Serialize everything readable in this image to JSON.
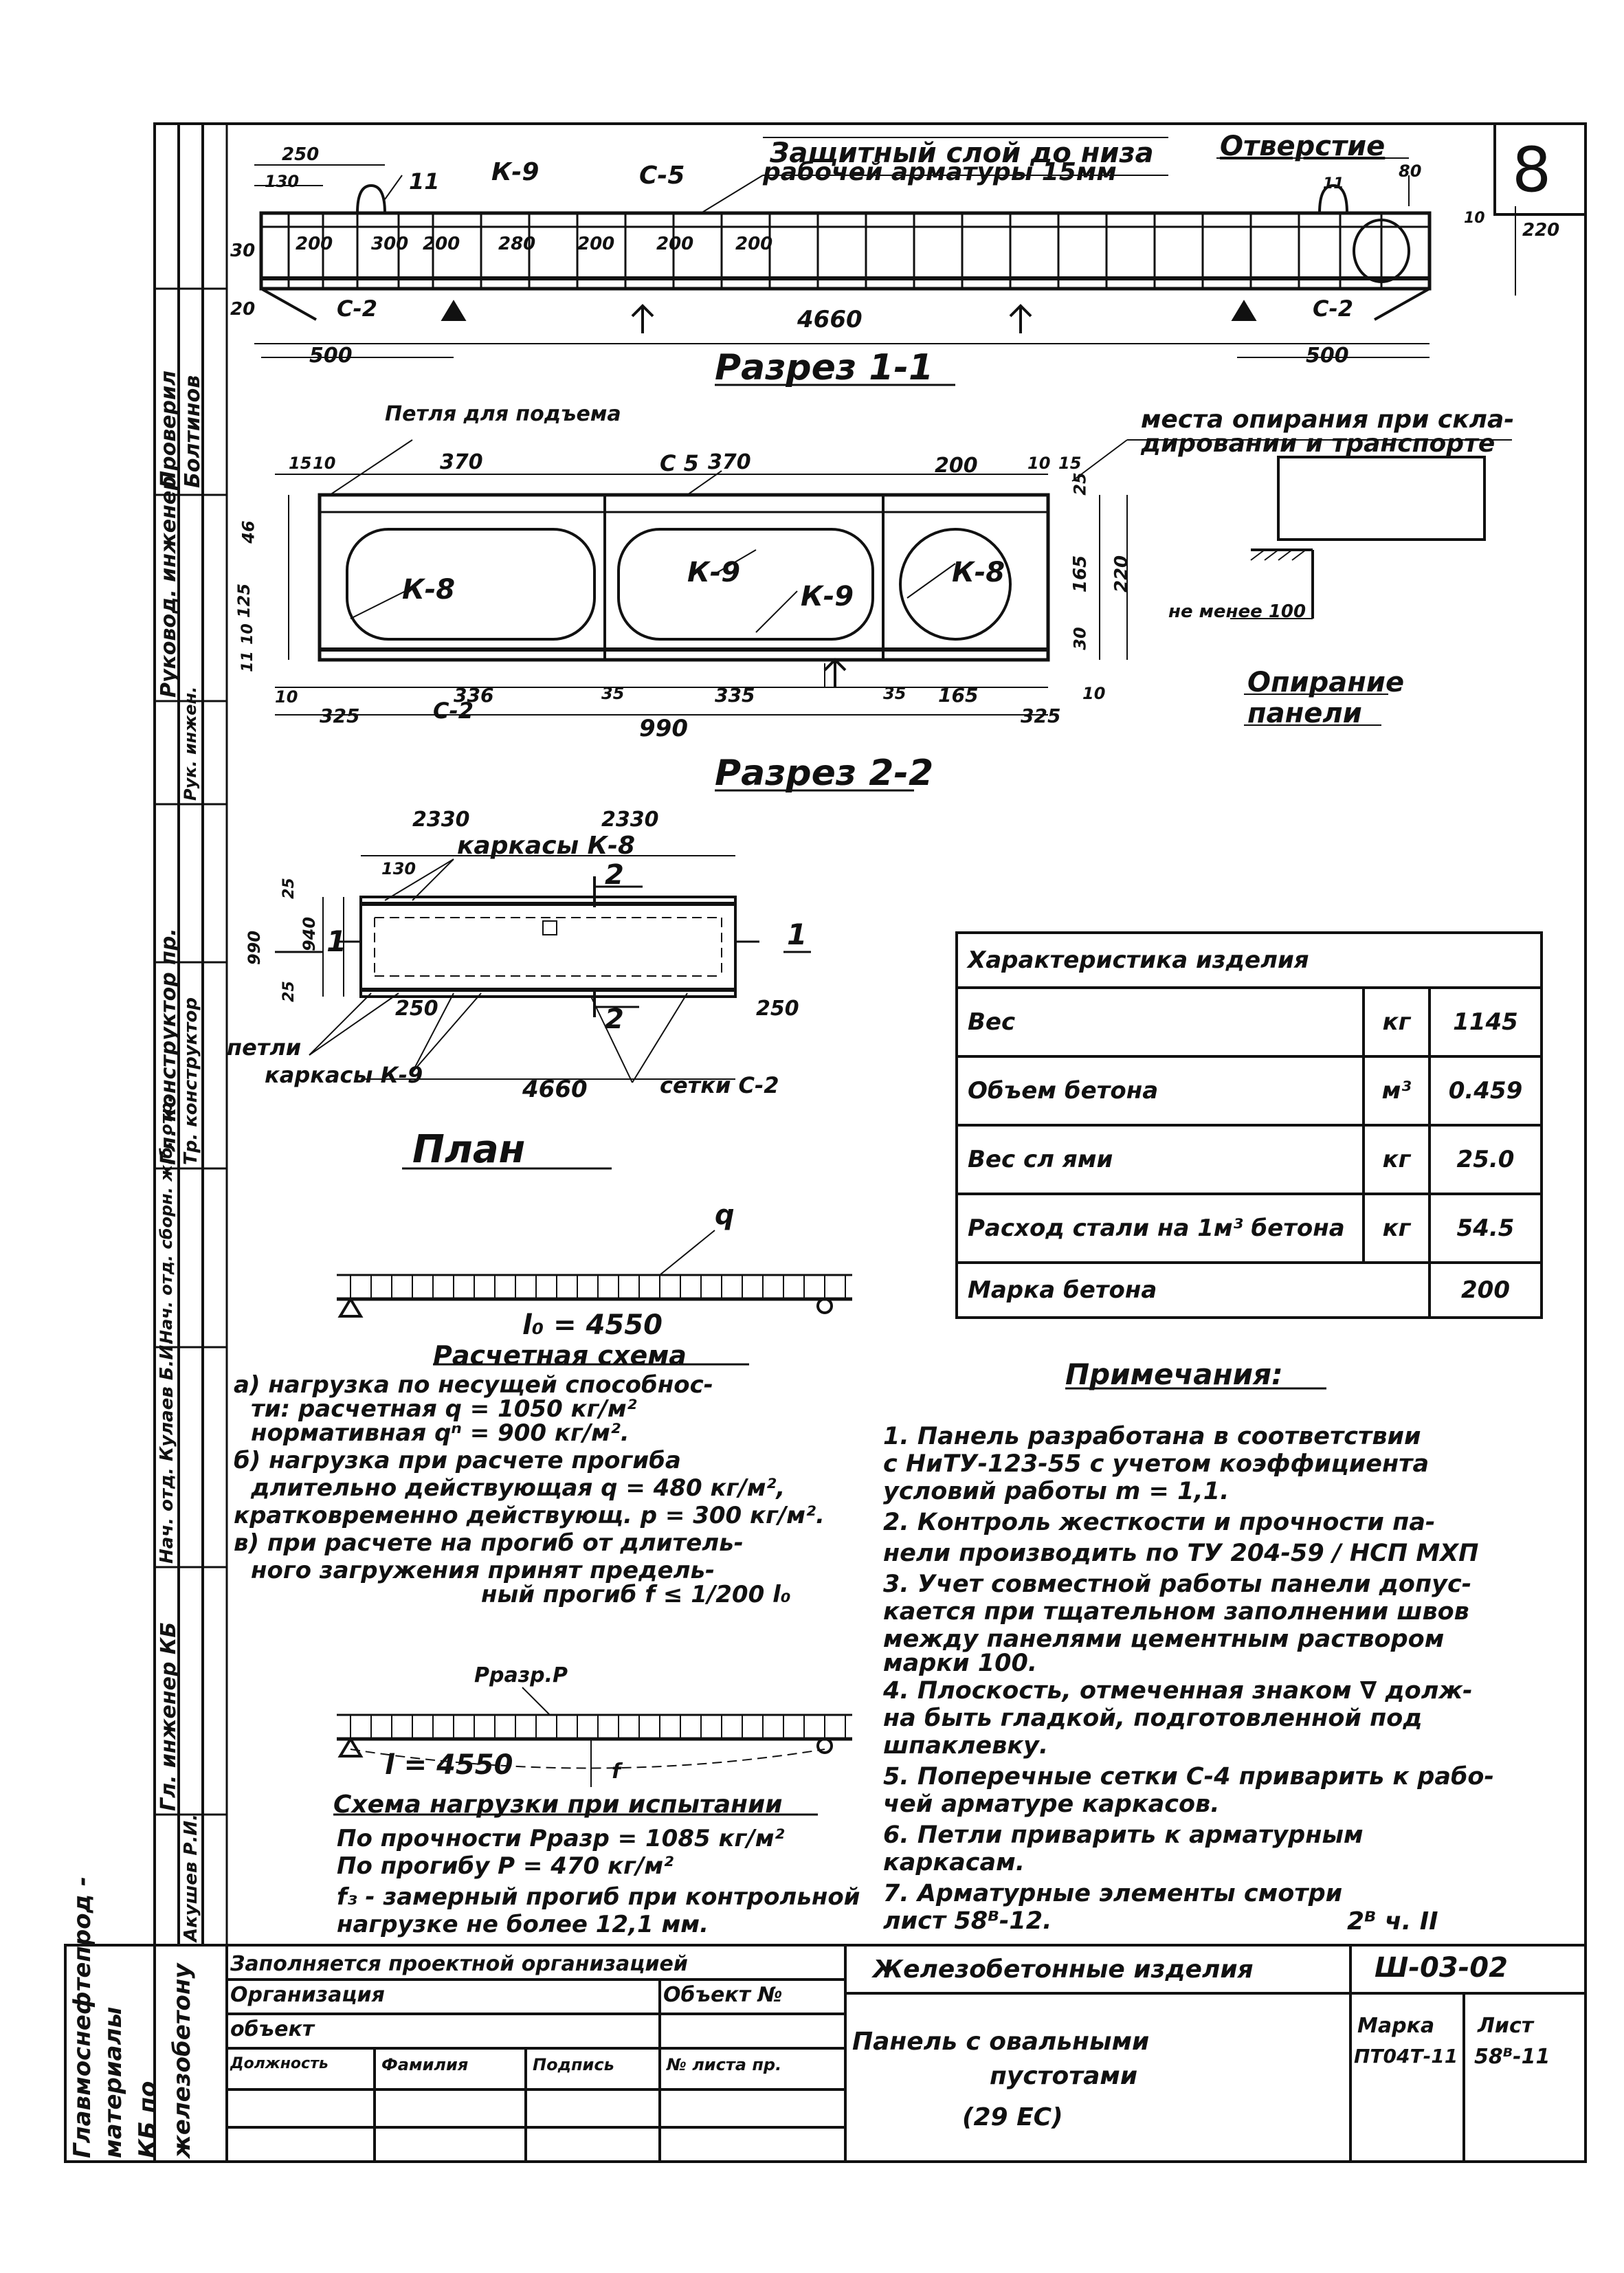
{
  "sheet_number": "8",
  "section_1": {
    "title": "Разрез 1-1",
    "protective_layer": "Защитный слой до низа",
    "protective_layer_2": "рабочей арматуры 15мм",
    "hole_label": "Отверстие",
    "callout": "11",
    "dims_top": [
      "250",
      "130",
      "200",
      "300",
      "200",
      "280",
      "200",
      "200",
      "200"
    ],
    "left_marks": [
      "30",
      "20"
    ],
    "right_marks": [
      "80",
      "11",
      "220",
      "10"
    ],
    "labels": [
      "К-9",
      "С-5",
      "С-2",
      "С-2"
    ],
    "length": "4660",
    "bottom_dims": [
      "500",
      "500"
    ],
    "loop_label": "Петля для подъема",
    "support_note_1": "места опирания при скла-",
    "support_note_2": "дировании и транспорте"
  },
  "section_2": {
    "title": "Разрез 2-2",
    "dims_top": [
      "15",
      "10",
      "370",
      "370",
      "200",
      "10",
      "15"
    ],
    "left_dims": [
      "46",
      "125",
      "10",
      "11"
    ],
    "right_dims": [
      "25",
      "165",
      "220",
      "30"
    ],
    "labels": [
      "К-8",
      "К-9",
      "К-9",
      "К-8",
      "С 5",
      "С-2"
    ],
    "bottom_dims": [
      "10",
      "325",
      "336",
      "35",
      "335",
      "35",
      "165",
      "10",
      "325"
    ],
    "width": "990"
  },
  "support": {
    "title_1": "Опирание",
    "title_2": "панели",
    "dim": "не менее 100"
  },
  "plan": {
    "title": "План",
    "dims": [
      "2330",
      "2330",
      "130",
      "250",
      "250",
      "4660"
    ],
    "left_dims": [
      "25",
      "25",
      "940",
      "990"
    ],
    "labels": [
      "каркасы К-8",
      "петли",
      "каркасы К-9",
      "сетки С-2"
    ],
    "section_marks": [
      "1",
      "1",
      "2",
      "2"
    ]
  },
  "calc_scheme": {
    "load_symbol": "q",
    "span": "l₀ = 4550",
    "title": "Расчетная схема"
  },
  "load_notes": [
    "а) нагрузка по несущей способнос-",
    "ти: расчетная q = 1050 кг/м²",
    "нормативная qⁿ = 900 кг/м².",
    "б) нагрузка при расчете прогиба",
    "длительно действующая q = 480 кг/м²,",
    "кратковременно действующ. p = 300 кг/м².",
    "в) при расчете на прогиб от длитель-",
    "ного загружения принят предель-",
    "ный прогиб f ≤ 1/200 l₀"
  ],
  "test_scheme": {
    "load_label": "Pразр.P",
    "span": "l = 4550",
    "f_label": "f",
    "title": "Схема нагрузки при испытании",
    "lines": [
      "По прочности  Pразр = 1085 кг/м²",
      "По прогибу    P = 470 кг/м²",
      "f₃ - замерный прогиб при контрольной",
      "нагрузке не более 12,1 мм."
    ]
  },
  "properties": {
    "title": "Характеристика изделия",
    "rows": [
      {
        "name": "Вес",
        "unit": "кг",
        "value": "1145"
      },
      {
        "name": "Объем бетона",
        "unit": "м³",
        "value": "0.459"
      },
      {
        "name": "Вес сл ями",
        "unit": "кг",
        "value": "25.0"
      },
      {
        "name": "Расход стали на 1м³ бетона",
        "unit": "кг",
        "value": "54.5"
      },
      {
        "name": "Марка бетона",
        "unit": "",
        "value": "200"
      }
    ]
  },
  "notes": {
    "title": "Примечания:",
    "lines": [
      "1. Панель разработана в соответствии",
      "с НиТУ-123-55 с учетом коэффициента",
      "условий работы m = 1,1.",
      "2. Контроль жесткости и прочности па-",
      "нели производить по ТУ 204-59 / НСП МХП",
      "3. Учет совместной работы панели допус-",
      "кается при тщательном заполнении швов",
      "между панелями цементным раствором",
      "марки 100.",
      "4. Плоскость, отмеченная знаком ∇ долж-",
      "на быть гладкой, подготовленной под",
      "шпаклевку.",
      "5. Поперечные сетки С-4 приварить к рабо-",
      "чей арматуре каркасов.",
      "6. Петли приварить к арматурным",
      "каркасам.",
      "7. Арматурные элементы смотри",
      "лист 58ᴮ-12."
    ],
    "sheet_ref": "2ᴮ ч. II"
  },
  "title_block": {
    "filled_by": "Заполняется проектной организацией",
    "organization": "Организация",
    "object_label": "Объект №",
    "object_2": "объект",
    "col_position": "Должность",
    "col_name": "Фамилия",
    "col_sign": "Подпись",
    "col_sheet": "№ листа пр.",
    "category": "Железобетонные изделия",
    "code": "Ш-03-02",
    "product_1": "Панель с овальными",
    "product_2": "пустотами",
    "product_3": "(29 ЕС)",
    "mark_label": "Марка",
    "mark": "ПТ04Т-11",
    "sheet_label": "Лист",
    "sheet": "58ᴮ-11"
  },
  "side_stamp": {
    "org": [
      "Главмоснефтепрод -",
      "материалы",
      "КБ по",
      "железобетону"
    ],
    "cells": [
      "Проверил",
      "Болтинов",
      "Руковод. инженер",
      "Рук. инжен.",
      "Гл. конструктор пр.",
      "Тр. конструктор",
      "Нач. отд. сборн. ж.б. отр.",
      "Нач. отд. Кулаев Б.И.",
      "Гл. инженер КБ",
      "Акушев Р.И."
    ]
  }
}
